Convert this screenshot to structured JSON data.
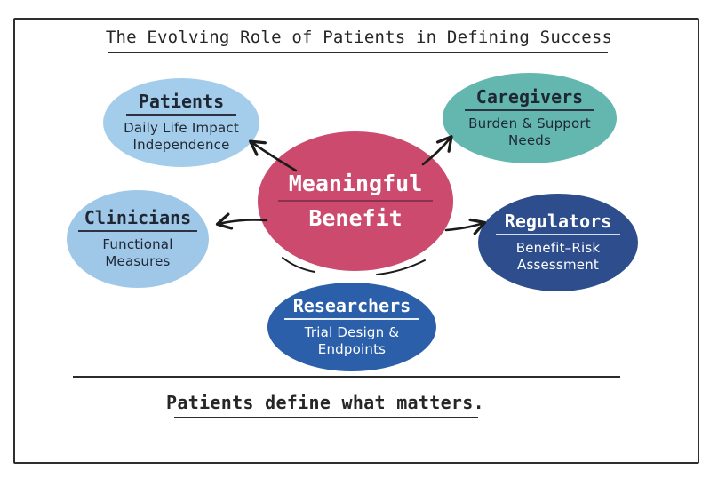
{
  "header": {
    "title": "The Evolving Role of Patients in Defining Success"
  },
  "footer": {
    "caption": "Patients define what matters."
  },
  "center": {
    "title_line1": "Meaningful",
    "title_line2": "Benefit",
    "color": "#cb4a6d",
    "text_color": "#ffffff",
    "rule_color": "#8d3051"
  },
  "nodes": [
    {
      "id": "patients",
      "title": "Patients",
      "subtitle_line1": "Daily Life Impact",
      "subtitle_line2": "Independence",
      "color": "#a3cdea",
      "text_color": "#1f2733",
      "rule_color": "#2b3440"
    },
    {
      "id": "caregivers",
      "title": "Caregivers",
      "subtitle_line1": "Burden & Support",
      "subtitle_line2": "Needs",
      "color": "#63b7af",
      "text_color": "#1f2733",
      "rule_color": "#2b3440"
    },
    {
      "id": "clinicians",
      "title": "Clinicians",
      "subtitle_line1": "Functional",
      "subtitle_line2": "Measures",
      "color": "#9fc7e8",
      "text_color": "#1f2733",
      "rule_color": "#2b3440"
    },
    {
      "id": "regulators",
      "title": "Regulators",
      "subtitle_line1": "Benefit–Risk",
      "subtitle_line2": "Assessment",
      "color": "#2d4d8d",
      "text_color": "#ffffff",
      "rule_color": "#cfe0f2"
    },
    {
      "id": "researchers",
      "title": "Researchers",
      "subtitle_line1": "Trial Design &",
      "subtitle_line2": "Endpoints",
      "color": "#2b5fa9",
      "text_color": "#ffffff",
      "rule_color": "#e8f0fa"
    }
  ],
  "colors": {
    "arrow": "#1b1b1b",
    "frame_border": "#2e2e2e",
    "rule": "#2b2b2b",
    "text": "#262626"
  }
}
